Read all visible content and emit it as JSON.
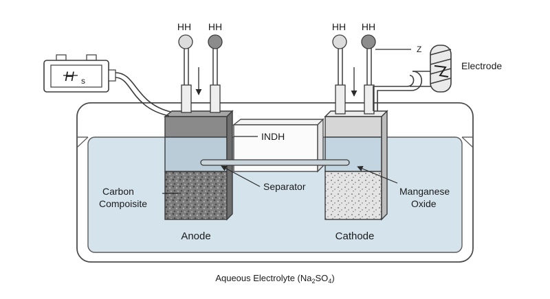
{
  "labels": {
    "hh_1": "HH",
    "hh_2": "HH",
    "hh_3": "HH",
    "hh_4": "HH",
    "z_label": "Z",
    "electrode": "Electrode",
    "meter_symbol": "H",
    "meter_subscript": "s",
    "indh": "INDH",
    "separator": "Separator",
    "carbon_line1": "Carbon",
    "carbon_line2": "Compoisite",
    "manganese_line1": "Manganese",
    "manganese_line2": "Oxide",
    "anode": "Anode",
    "cathode": "Cathode",
    "caption_main": "Aqueous Electrolyte (Na",
    "caption_sub1": "2",
    "caption_mid": "SO",
    "caption_sub2": "4",
    "caption_end": ")"
  },
  "colors": {
    "electrolyte": "#d4e3ec",
    "tank_outline": "#4a4a4a",
    "anode_cap": "#8a8a8a",
    "cathode_cap": "#d6d6d6",
    "knob_light": "#dcdcdc",
    "knob_dark": "#8c8c8c"
  }
}
